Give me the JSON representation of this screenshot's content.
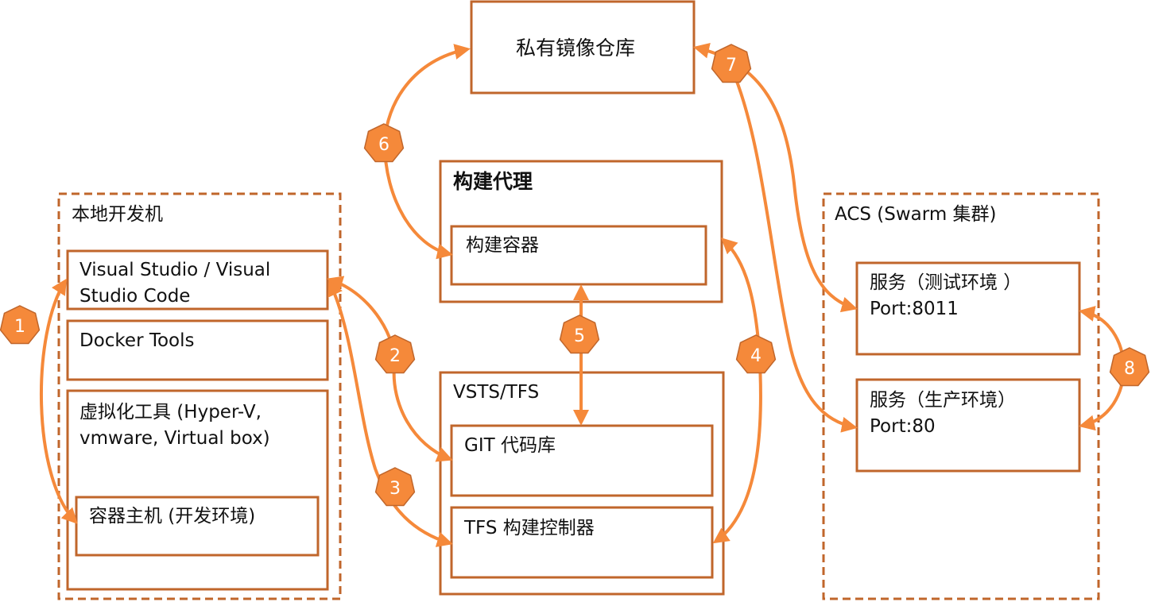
{
  "colors": {
    "stroke": "#C0662B",
    "arrow": "#F5893A",
    "badge_fill": "#F5893A",
    "badge_stroke": "#C0662B"
  },
  "registry": {
    "label": "私有镜像仓库"
  },
  "build_agent": {
    "title": "构建代理",
    "container": "构建容器"
  },
  "local_dev": {
    "title": "本地开发机",
    "vs": "Visual Studio / Visual Studio Code",
    "docker_tools": "Docker Tools",
    "virtualization": "虚拟化工具 (Hyper-V, vmware, Virtual box)",
    "container_host": "容器主机 (开发环境)"
  },
  "vsts": {
    "title": "VSTS/TFS",
    "git": "GIT 代码库",
    "build_controller": "TFS 构建控制器"
  },
  "acs": {
    "title": "ACS (Swarm 集群)",
    "test_service": {
      "name": "服务（测试环境 ）",
      "port": "Port:8011"
    },
    "prod_service": {
      "name": "服务（生产环境）",
      "port": "Port:80"
    }
  },
  "steps": [
    "1",
    "2",
    "3",
    "4",
    "5",
    "6",
    "7",
    "8"
  ]
}
